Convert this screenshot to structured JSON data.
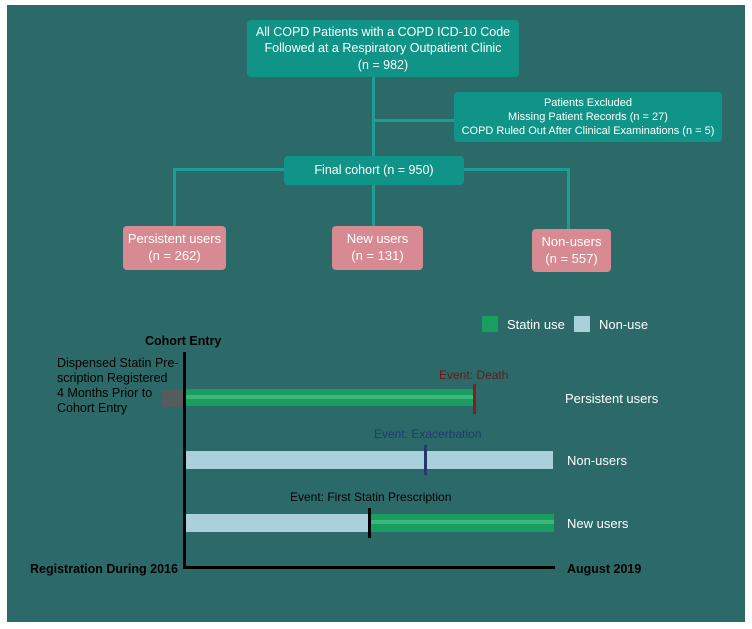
{
  "top_box": {
    "line1": "All COPD Patients with a COPD ICD-10 Code",
    "line2": "Followed at a Respiratory Outpatient Clinic",
    "line3": "(n = 982)"
  },
  "excluded_box": {
    "line1": "Patients Excluded",
    "line2": "Missing Patient Records (n = 27)",
    "line3": "COPD Ruled Out After Clinical Examinations (n = 5)"
  },
  "final_box": {
    "label": "Final cohort (n = 950)"
  },
  "groups": [
    {
      "name": "Persistent users",
      "n": "(n = 262)"
    },
    {
      "name": "New users",
      "n": "(n = 131)"
    },
    {
      "name": "Non-users",
      "n": "(n = 557)"
    }
  ],
  "legend": {
    "statin": "Statin use",
    "nonuse": "Non-use"
  },
  "timeline": {
    "cohort_entry": "Cohort Entry",
    "prior_note_1": "Dispensed Statin Pre-",
    "prior_note_2": "scription Registered",
    "prior_note_3": "4 Months Prior to",
    "prior_note_4": "Cohort Entry",
    "start": "Registration During 2016",
    "end": "August 2019",
    "rows": [
      {
        "label": "Persistent users",
        "event": "Event: Death"
      },
      {
        "label": "Non-users",
        "event": "Event: Exacerbation"
      },
      {
        "label": "New users",
        "event": "Event: First Statin Prescription"
      }
    ]
  },
  "colors": {
    "background": "#2b6a69",
    "box_teal": "#119488",
    "box_pink": "#d78a92",
    "statin": "#1a9e60",
    "nonuse": "#a9d0db",
    "death_marker": "#8b1a1a",
    "exacerbation_marker": "#1f3a6b"
  }
}
